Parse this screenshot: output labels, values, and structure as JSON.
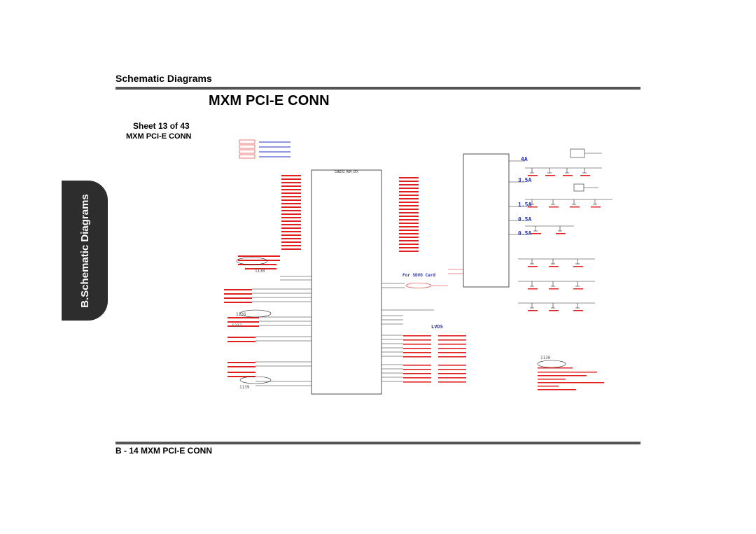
{
  "header": {
    "section_title": "Schematic  Diagrams",
    "page_title": "MXM PCI-E CONN",
    "sheet_label": "Sheet 13 of 43",
    "sheet_name": "MXM PCI-E CONN"
  },
  "side_tab": {
    "label": "B.Schematic Diagrams"
  },
  "footer": {
    "title": "B - 14  MXM PCI-E CONN"
  },
  "schematic": {
    "connector_label": "CON233_MXM_GFX",
    "sdvo_label": "For SDVO Card",
    "lvds_label": "LVDS",
    "current_labels": [
      "4A",
      "3.5A",
      "1.5A",
      "0.5A",
      "0.5A"
    ],
    "callout_numbers": [
      "1130",
      "1136",
      "1212",
      "1139",
      "1130"
    ],
    "colors": {
      "net_red": "#e02020",
      "wire_blue": "#2030c0",
      "ink": "#222222"
    }
  }
}
